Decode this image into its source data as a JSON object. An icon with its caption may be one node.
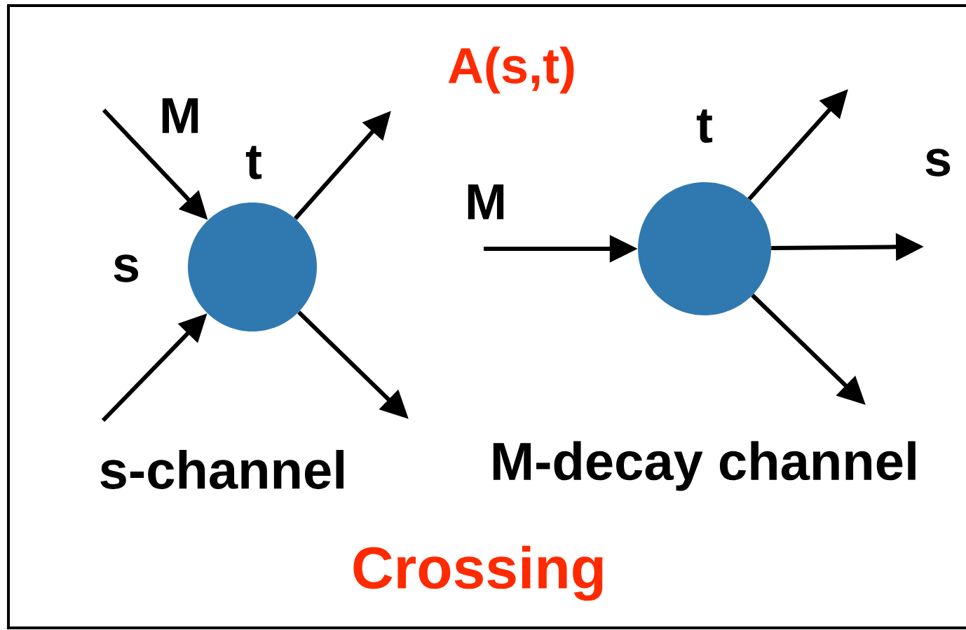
{
  "diagram": {
    "nodes": [
      {
        "text": [],
        "shape": "circle"
      },
      {
        "text": [],
        "shape": "circle"
      }
    ],
    "edges": [
      {
        "from": null,
        "to": 0,
        "arrow": "to"
      },
      {
        "from": null,
        "to": 0,
        "arrow": "to"
      },
      {
        "from": 0,
        "to": null,
        "arrow": "to"
      },
      {
        "from": 0,
        "to": null,
        "arrow": "to"
      },
      {
        "from": null,
        "to": 1,
        "arrow": "to"
      },
      {
        "from": 1,
        "to": null,
        "arrow": "to"
      },
      {
        "from": 1,
        "to": null,
        "arrow": "to"
      },
      {
        "from": 1,
        "to": null,
        "arrow": "to"
      }
    ],
    "labels": [
      "A(s,t)",
      "M",
      "t",
      "t",
      "s",
      "M",
      "s",
      "s-channel",
      "M-decay channel",
      "Crossing"
    ]
  }
}
